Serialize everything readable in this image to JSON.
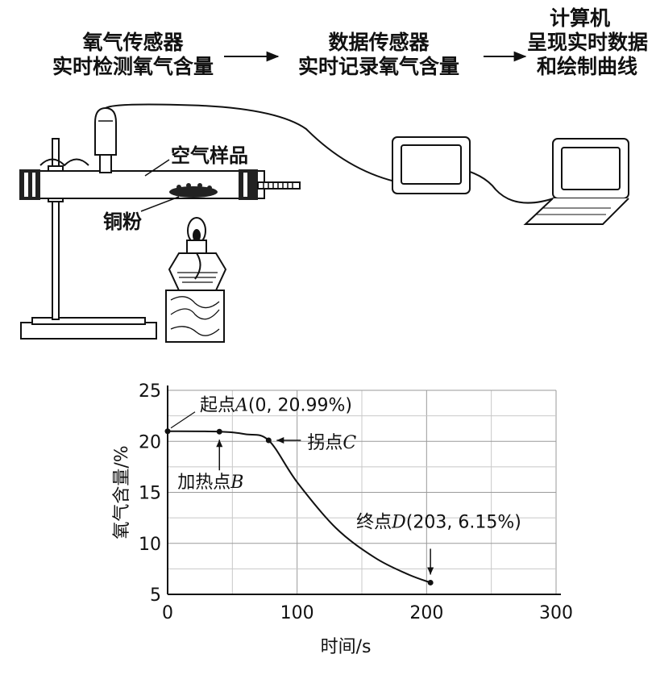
{
  "flow": {
    "step1": {
      "line1": "氧气传感器",
      "line2": "实时检测氧气含量"
    },
    "step2": {
      "line1": "数据传感器",
      "line2": "实时记录氧气含量"
    },
    "step3": {
      "line1": "计算机",
      "line2": "呈现实时数据",
      "line3": "和绘制曲线"
    }
  },
  "apparatus": {
    "air_sample_label": "空气样品",
    "copper_label": "铜粉"
  },
  "chart_data": {
    "type": "line",
    "xlabel": "时间/s",
    "ylabel": "氧气含量/%",
    "xlim": [
      0,
      300
    ],
    "ylim": [
      5,
      25
    ],
    "xticks": [
      0,
      100,
      200,
      300
    ],
    "yticks": [
      5,
      10,
      15,
      20,
      25
    ],
    "grid": true,
    "series": [
      {
        "x": [
          0,
          40,
          60,
          78,
          100,
          130,
          160,
          185,
          203
        ],
        "y": [
          20.99,
          20.95,
          20.7,
          20.1,
          16.0,
          11.5,
          8.6,
          7.0,
          6.15
        ]
      }
    ],
    "points": [
      {
        "x": 0,
        "y": 20.99,
        "prefix": "起点",
        "letter": "A",
        "suffix": "(0, 20.99%)"
      },
      {
        "x": 40,
        "y": 20.95,
        "prefix": "加热点",
        "letter": "B",
        "suffix": ""
      },
      {
        "x": 78,
        "y": 20.1,
        "prefix": "拐点",
        "letter": "C",
        "suffix": ""
      },
      {
        "x": 203,
        "y": 6.15,
        "prefix": "终点",
        "letter": "D",
        "suffix": "(203, 6.15%)"
      }
    ]
  }
}
